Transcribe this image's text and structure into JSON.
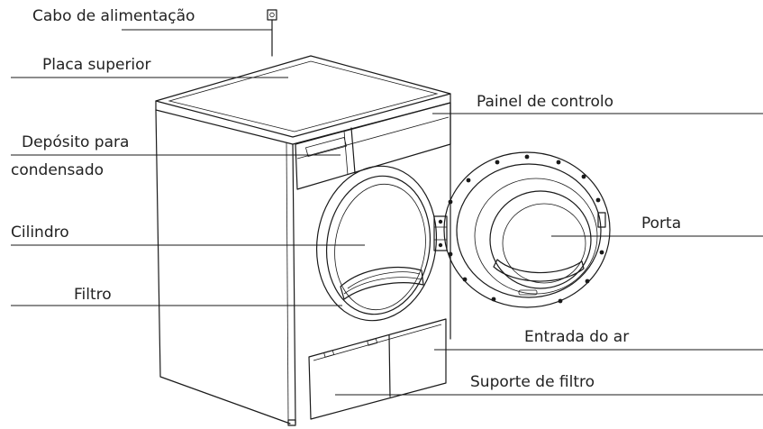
{
  "labels": {
    "power_cord": "Cabo de alimentação",
    "top_plate": "Placa superior",
    "control_panel": "Painel de controlo",
    "condensate_tank_1": "Depósito para",
    "condensate_tank_2": "condensado",
    "drum": "Cilindro",
    "door": "Porta",
    "filter": "Filtro",
    "air_inlet": "Entrada do ar",
    "filter_support": "Suporte de filtro"
  }
}
